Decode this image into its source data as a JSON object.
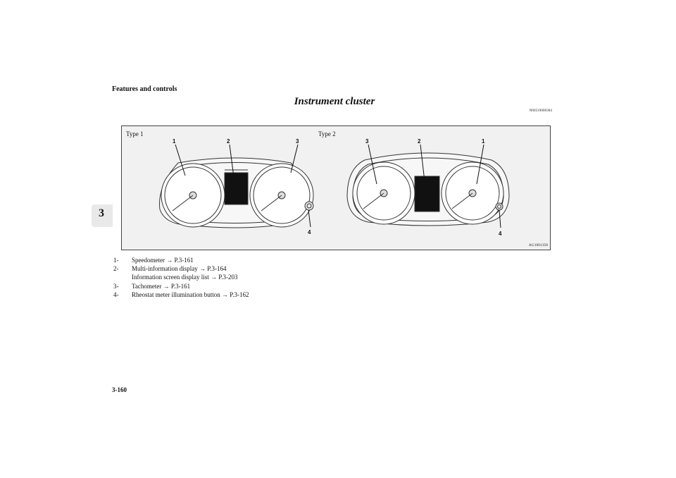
{
  "header": {
    "section": "Features and controls"
  },
  "side_tab": {
    "number": "3"
  },
  "title": "Instrument cluster",
  "doc_code": "N00519000304",
  "figure": {
    "type1_label": "Type 1",
    "type2_label": "Type 2",
    "figure_id": "AG1001358",
    "type1_callouts": {
      "one": "1",
      "two": "2",
      "three": "3",
      "four": "4"
    },
    "type2_callouts": {
      "one": "1",
      "two": "2",
      "three": "3",
      "four": "4"
    }
  },
  "legend": [
    {
      "num": "1-",
      "text": "Speedometer → P.3-161"
    },
    {
      "num": "2-",
      "text": "Multi-information display → P.3-164",
      "sub": "Information screen display list → P.3-203"
    },
    {
      "num": "3-",
      "text": "Tachometer → P.3-161"
    },
    {
      "num": "4-",
      "text": "Rheostat meter illumination button → P.3-162"
    }
  ],
  "page_number": "3-160"
}
